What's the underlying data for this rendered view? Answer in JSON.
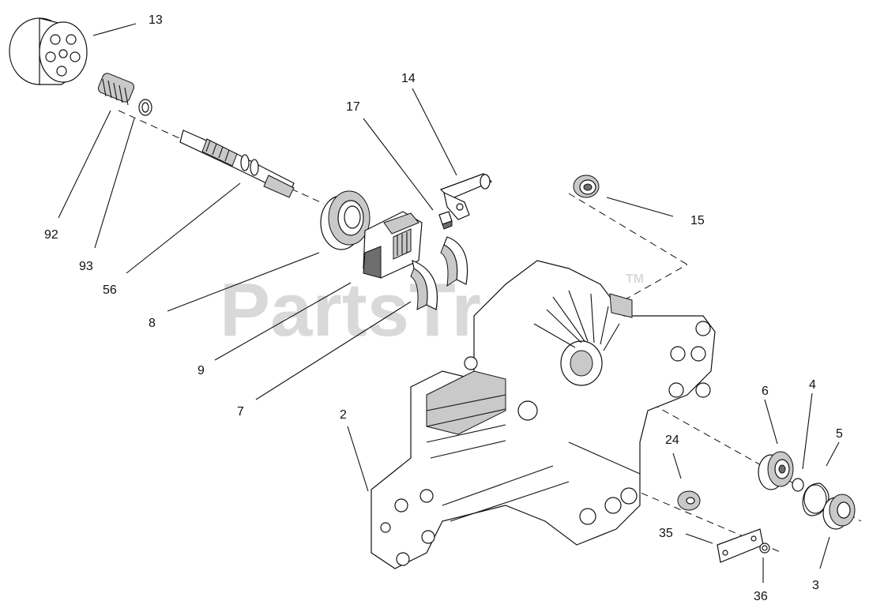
{
  "watermark": {
    "text": "PartsTree",
    "trademark": "TM"
  },
  "callouts": [
    {
      "id": "13",
      "text": "13"
    },
    {
      "id": "92",
      "text": "92"
    },
    {
      "id": "93",
      "text": "93"
    },
    {
      "id": "56",
      "text": "56"
    },
    {
      "id": "8",
      "text": "8"
    },
    {
      "id": "9",
      "text": "9"
    },
    {
      "id": "7",
      "text": "7"
    },
    {
      "id": "17",
      "text": "17"
    },
    {
      "id": "14",
      "text": "14"
    },
    {
      "id": "15",
      "text": "15"
    },
    {
      "id": "2",
      "text": "2"
    },
    {
      "id": "24",
      "text": "24"
    },
    {
      "id": "35",
      "text": "35"
    },
    {
      "id": "36",
      "text": "36"
    },
    {
      "id": "6",
      "text": "6"
    },
    {
      "id": "4",
      "text": "4"
    },
    {
      "id": "5",
      "text": "5"
    },
    {
      "id": "3",
      "text": "3"
    }
  ]
}
